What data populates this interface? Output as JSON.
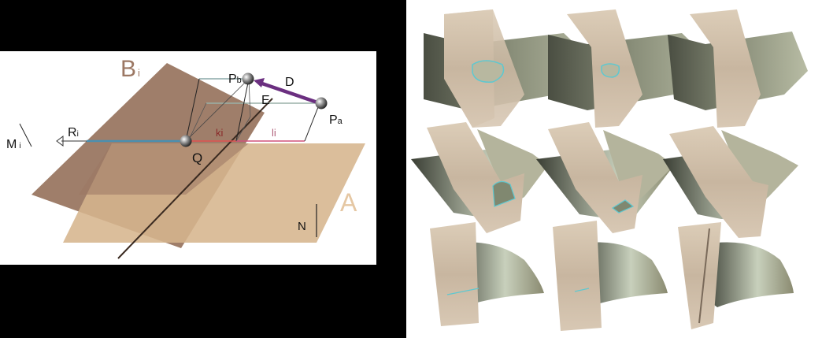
{
  "left_figure": {
    "title": "plane geometry diagram",
    "planes": [
      {
        "name": "B",
        "subscript": "i",
        "label_color": "#9c7864",
        "fill": "#9a7762"
      },
      {
        "name": "A",
        "subscript": "",
        "label_color": "#e5c7a3",
        "fill": "#d6b58d"
      }
    ],
    "points": [
      {
        "name": "P",
        "subscript": "b"
      },
      {
        "name": "P",
        "subscript": "a"
      },
      {
        "name": "Q",
        "subscript": ""
      }
    ],
    "labels": {
      "E": "E",
      "D": "D",
      "R": "R",
      "R_sub": "i",
      "M": "M",
      "M_sub": "i",
      "N": "N",
      "ki": "ki",
      "li": "li"
    },
    "colors": {
      "ray_blue": "#4a8fb0",
      "segment_red": "#e05050",
      "segment_pink": "#d0507a",
      "arrow_purple": "#6b2f80",
      "sub_label_color": "#8a2a2a"
    }
  },
  "right_figure": {
    "title": "cloth simulation sequence",
    "rows": 3,
    "cols": 3,
    "cloth_color": "#d8c8b4",
    "surface_color": "#8a8f7a",
    "highlight_color": "#5ec8d0"
  }
}
